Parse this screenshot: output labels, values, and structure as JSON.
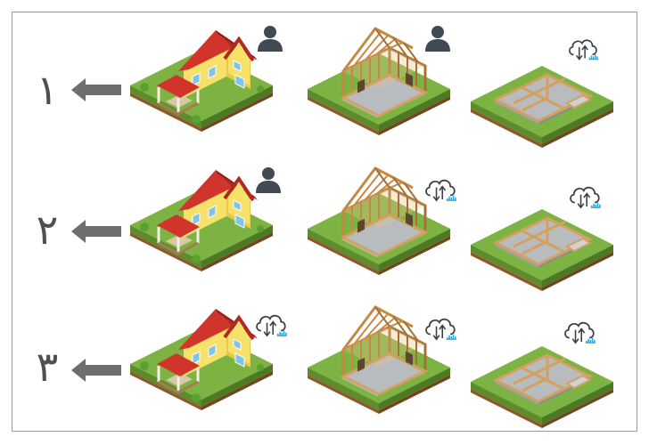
{
  "rows": [
    {
      "number": "١",
      "house": "person",
      "frame": "person",
      "foundation": "cloud"
    },
    {
      "number": "٢",
      "house": "person",
      "frame": "cloud",
      "foundation": "cloud"
    },
    {
      "number": "٣",
      "house": "cloud",
      "frame": "cloud",
      "foundation": "cloud"
    }
  ],
  "icons": {
    "person": "person-icon",
    "cloud": "cloud-sync-icon",
    "arrow": "arrow-left-icon"
  },
  "colors": {
    "number": "#4f4f4f",
    "arrow": "#6e6e6e",
    "person": "#414a52",
    "cloud_outline": "#3a3f44",
    "cloud_signal": "#2aa6e0",
    "grass": "#7cb342",
    "roof": "#d0342a",
    "wall": "#f6e26b",
    "timber": "#d3a15f",
    "concrete": "#b9bcbf"
  }
}
